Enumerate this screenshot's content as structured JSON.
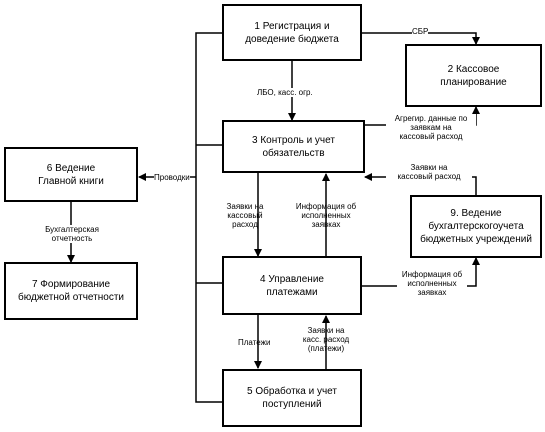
{
  "boxes": {
    "b1": "1 Регистрация и\nдоведение бюджета",
    "b2": "2 Кассовое\nпланирование",
    "b3": "3 Контроль и учет\nобязательств",
    "b4": "4 Управление\nплатежами",
    "b5": "5 Обработка и учет\nпоступлений",
    "b6": "6 Ведение\nГлавной книги",
    "b7": "7 Формирование\nбюджетной отчетности",
    "b9": "9.  Ведение\nбухгалтерскогоучета\nбюджетных учреждений"
  },
  "labels": {
    "sbr": "СБР",
    "lbo": "ЛБО, касс. огр.",
    "agreg": "Агрегир. данные по\nзаявкам на\nкассовый расход",
    "provodki": "Проводки",
    "buh_otch": "Бухгалтерская\nотчетность",
    "zayavki_kr_9": "Заявки на\nкассовый расход",
    "zayavki_kr_3": "Заявки на\nкассовый\nрасход",
    "info_isp_3": "Информация об\nисполненных\nзаявках",
    "info_isp_9": "Информация об\nисполненных\nзаявках",
    "platezhi": "Платежи",
    "zayavki_platezhi": "Заявки на\nкасс. расход\n(платежи)"
  }
}
